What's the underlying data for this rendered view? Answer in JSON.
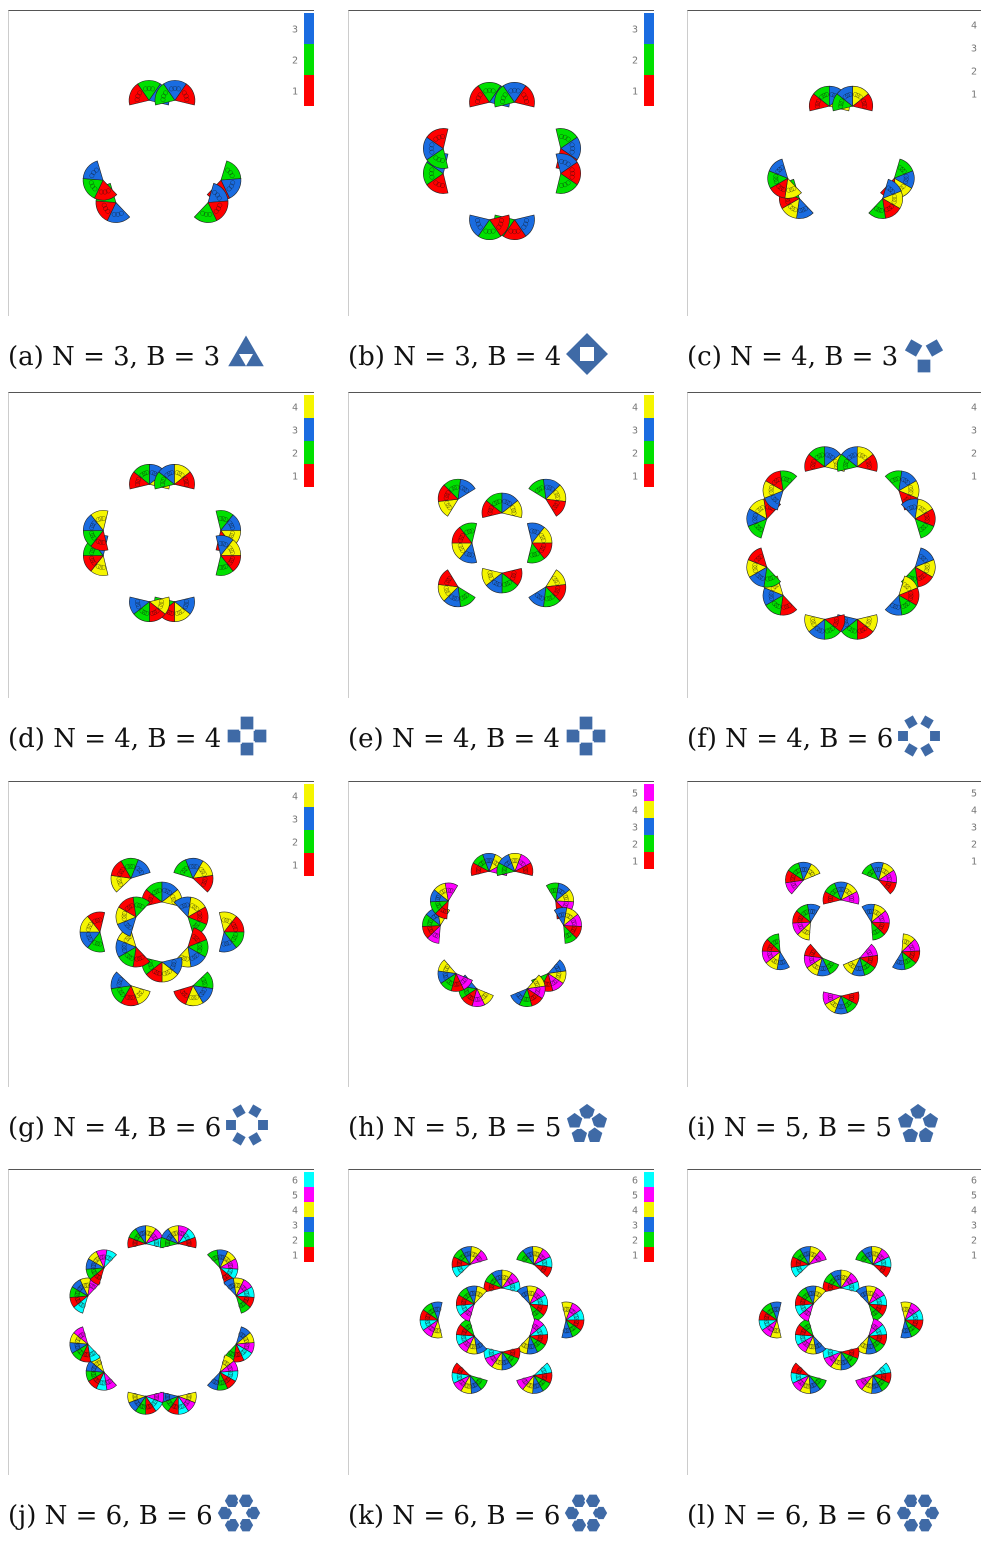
{
  "colors": {
    "1": "#ff0000",
    "2": "#00e000",
    "3": "#1a6ce0",
    "4": "#f5f500",
    "5": "#ff00ff",
    "6": "#00ffff",
    "motif": "#3f6aa6"
  },
  "panels": [
    {
      "label": "(a)",
      "caption": "(a) N = 3, B = 3",
      "N": 3,
      "B": 3,
      "legend": [
        "3",
        "2",
        "1"
      ],
      "motif": "triangle-of-triangles-icon"
    },
    {
      "label": "(b)",
      "caption": "(b) N = 3, B = 4",
      "N": 3,
      "B": 4,
      "legend": [
        "3",
        "2",
        "1"
      ],
      "motif": "square-of-triangles-icon"
    },
    {
      "label": "(c)",
      "caption": "(c) N = 4, B = 3",
      "N": 4,
      "B": 3,
      "legend": [
        "4",
        "3",
        "2",
        "1"
      ],
      "motif": "triangle-of-squares-icon"
    },
    {
      "label": "(d)",
      "caption": "(d) N = 4, B = 4",
      "N": 4,
      "B": 4,
      "legend": [
        "4",
        "3",
        "2",
        "1"
      ],
      "motif": "square-of-squares-icon"
    },
    {
      "label": "(e)",
      "caption": "(e) N = 4, B = 4",
      "N": 4,
      "B": 4,
      "legend": [
        "4",
        "3",
        "2",
        "1"
      ],
      "motif": "square-of-squares-icon"
    },
    {
      "label": "(f)",
      "caption": "(f) N = 4, B = 6",
      "N": 4,
      "B": 6,
      "legend": [
        "4",
        "3",
        "2",
        "1"
      ],
      "motif": "hexagon-of-squares-icon"
    },
    {
      "label": "(g)",
      "caption": "(g) N = 4, B = 6",
      "N": 4,
      "B": 6,
      "legend": [
        "4",
        "3",
        "2",
        "1"
      ],
      "motif": "hexagon-of-squares-icon"
    },
    {
      "label": "(h)",
      "caption": "(h) N = 5, B = 5",
      "N": 5,
      "B": 5,
      "legend": [
        "5",
        "4",
        "3",
        "2",
        "1"
      ],
      "motif": "pentagon-of-pentagons-icon"
    },
    {
      "label": "(i)",
      "caption": "(i) N = 5, B = 5",
      "N": 5,
      "B": 5,
      "legend": [
        "5",
        "4",
        "3",
        "2",
        "1"
      ],
      "motif": "pentagon-of-pentagons-icon"
    },
    {
      "label": "(j)",
      "caption": "(j) N = 6, B = 6",
      "N": 6,
      "B": 6,
      "legend": [
        "6",
        "5",
        "4",
        "3",
        "2",
        "1"
      ],
      "motif": "hexagon-of-hexagons-icon"
    },
    {
      "label": "(k)",
      "caption": "(k) N = 6, B = 6",
      "N": 6,
      "B": 6,
      "legend": [
        "6",
        "5",
        "4",
        "3",
        "2",
        "1"
      ],
      "motif": "hexagon-of-hexagons-icon"
    },
    {
      "label": "(l)",
      "caption": "(l) N = 6, B = 6",
      "N": 6,
      "B": 6,
      "legend": [
        "6",
        "5",
        "4",
        "3",
        "2",
        "1"
      ],
      "motif": "hexagon-of-hexagons-icon"
    }
  ]
}
